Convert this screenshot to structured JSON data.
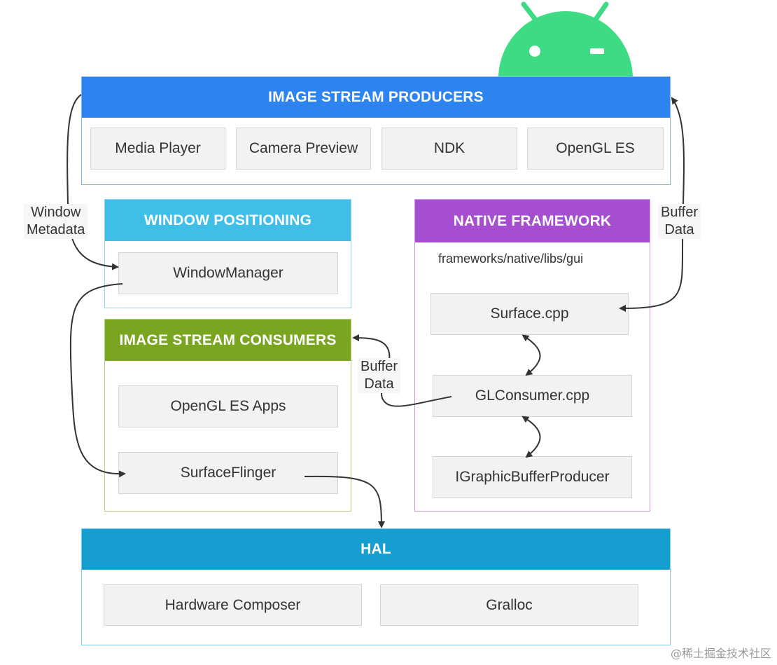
{
  "colors": {
    "producers": "#2d83f0",
    "window_positioning": "#3fbfe8",
    "native_framework": "#a64ed0",
    "consumers": "#79a521",
    "hal": "#159ecf",
    "android": "#3ddc84"
  },
  "logo": {
    "icon": "android-icon"
  },
  "producers": {
    "title": "IMAGE STREAM PRODUCERS",
    "items": [
      "Media Player",
      "Camera Preview",
      "NDK",
      "OpenGL ES"
    ]
  },
  "window_positioning": {
    "title": "WINDOW POSITIONING",
    "items": [
      "WindowManager"
    ]
  },
  "native_framework": {
    "title": "NATIVE FRAMEWORK",
    "path": "frameworks/native/libs/gui",
    "items": [
      "Surface.cpp",
      "GLConsumer.cpp",
      "IGraphicBufferProducer"
    ]
  },
  "consumers": {
    "title": "IMAGE STREAM CONSUMERS",
    "items": [
      "OpenGL ES Apps",
      "SurfaceFlinger"
    ]
  },
  "hal": {
    "title": "HAL",
    "items": [
      "Hardware Composer",
      "Gralloc"
    ]
  },
  "labels": {
    "window_metadata": [
      "Window",
      "Metadata"
    ],
    "buffer_data_right": [
      "Buffer",
      "Data"
    ],
    "buffer_data_middle": [
      "Buffer",
      "Data"
    ]
  },
  "watermark": "@稀土掘金技术社区"
}
